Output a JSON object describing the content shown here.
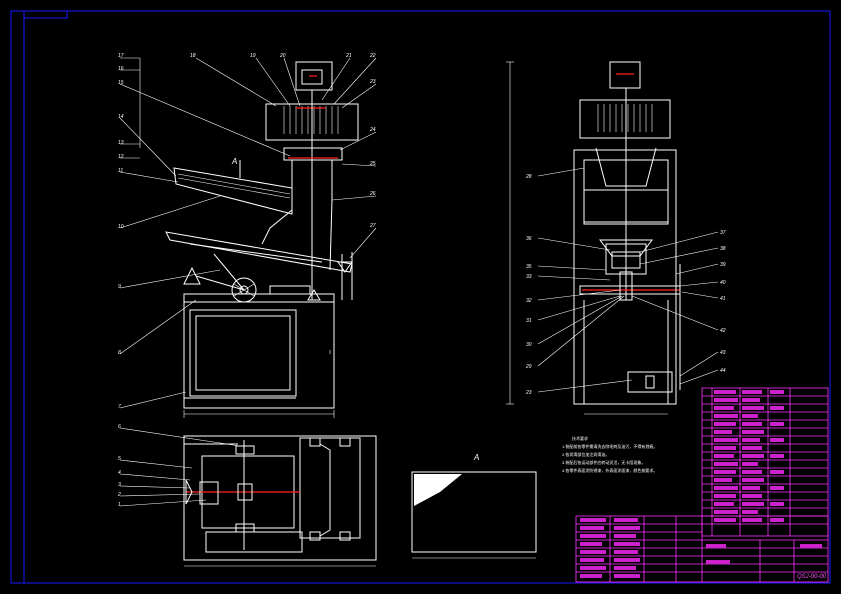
{
  "drawing": {
    "section_label": "A",
    "view_label": "A",
    "drawing_number": "QSJ-00-00",
    "colors": {
      "background": "#000000",
      "frame": "#1a1aff",
      "lines": "#ffffff",
      "table": "#ff33ff",
      "accent": "#ff2222"
    }
  },
  "callouts_left": [
    "17",
    "16",
    "15",
    "14",
    "13",
    "12",
    "11",
    "10",
    "9",
    "8",
    "7"
  ],
  "callouts_top": [
    "18",
    "19",
    "20",
    "21",
    "22",
    "23",
    "24",
    "25",
    "26",
    "27"
  ],
  "callouts_plan": [
    "6",
    "5",
    "4",
    "3",
    "2",
    "1"
  ],
  "callouts_right_left": [
    "28",
    "36",
    "35",
    "33",
    "32",
    "31",
    "30",
    "29",
    "23"
  ],
  "callouts_right_right": [
    "37",
    "38",
    "39",
    "40",
    "41",
    "42",
    "43",
    "44"
  ],
  "tech_notes": {
    "title": "技术要求",
    "lines": [
      "1.装配前各零件需清洗去除毛刺及油污，不得有划痕。",
      "2.各润滑部位加注润滑油。",
      "3.装配后各运动部件应转动灵活，无卡阻现象。",
      "4.各零件表面涂防锈漆，外表面涂面漆，颜色按要求。"
    ]
  }
}
